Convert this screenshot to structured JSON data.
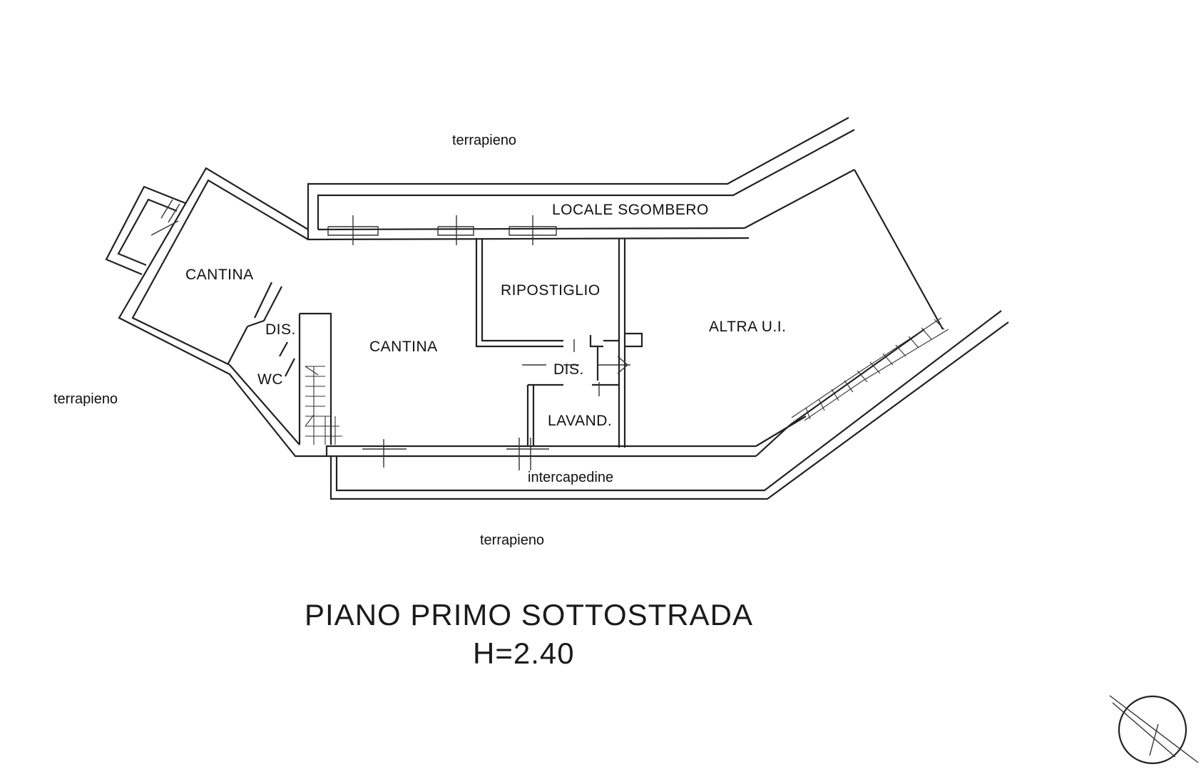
{
  "labels": {
    "terrapieno_top": "terrapieno",
    "terrapieno_left": "terrapieno",
    "terrapieno_bottom": "terrapieno",
    "locale_sgombero": "LOCALE SGOMBERO",
    "cantina_left": "CANTINA",
    "ripostiglio": "RIPOSTIGLIO",
    "altra_ui": "ALTRA U.I.",
    "dis_left": "DIS.",
    "cantina_center": "CANTINA",
    "dis_center": "DIS.",
    "wc": "WC",
    "lavand": "LAVAND.",
    "intercapedine": "intercapedine"
  },
  "title": {
    "floor": "PIANO PRIMO SOTTOSTRADA",
    "height": "H=2.40"
  },
  "icons": {
    "north_arrow": "north-arrow-icon"
  }
}
